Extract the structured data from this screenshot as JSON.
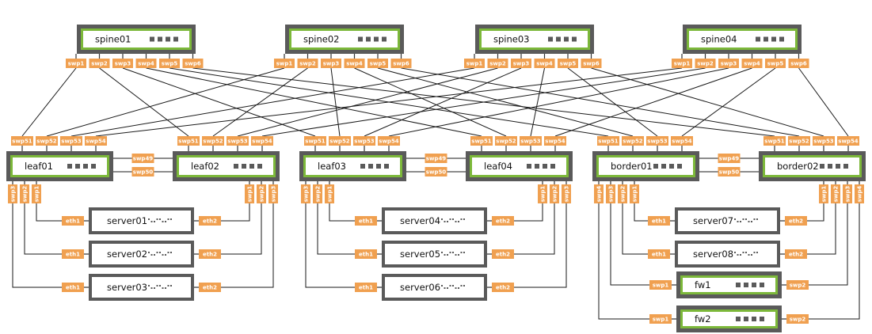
{
  "title": "Network topology: spine-leaf fabric",
  "colors": {
    "node_border": "#5a5a5a",
    "switch_accent": "#7cb83a",
    "port": "#f0a050",
    "link": "#1a1a1a"
  },
  "spines": [
    {
      "name": "spine01",
      "ports": [
        "swp1",
        "swp2",
        "swp3",
        "swp4",
        "swp5",
        "swp6"
      ]
    },
    {
      "name": "spine02",
      "ports": [
        "swp1",
        "swp2",
        "swp3",
        "swp4",
        "swp5",
        "swp6"
      ]
    },
    {
      "name": "spine03",
      "ports": [
        "swp1",
        "swp2",
        "swp3",
        "swp4",
        "swp5",
        "swp6"
      ]
    },
    {
      "name": "spine04",
      "ports": [
        "swp1",
        "swp2",
        "swp3",
        "swp4",
        "swp5",
        "swp6"
      ]
    }
  ],
  "leaves": [
    {
      "name": "leaf01",
      "uplinks": [
        "swp51",
        "swp52",
        "swp53",
        "swp54"
      ],
      "downlinks": [
        "swp3",
        "swp2",
        "swp1"
      ],
      "down_side": "left"
    },
    {
      "name": "leaf02",
      "uplinks": [
        "swp51",
        "swp52",
        "swp53",
        "swp54"
      ],
      "downlinks": [
        "swp1",
        "swp2",
        "swp3"
      ],
      "down_side": "right"
    },
    {
      "name": "leaf03",
      "uplinks": [
        "swp51",
        "swp52",
        "swp53",
        "swp54"
      ],
      "downlinks": [
        "swp3",
        "swp2",
        "swp1"
      ],
      "down_side": "left"
    },
    {
      "name": "leaf04",
      "uplinks": [
        "swp51",
        "swp52",
        "swp53",
        "swp54"
      ],
      "downlinks": [
        "swp1",
        "swp2",
        "swp3"
      ],
      "down_side": "right"
    },
    {
      "name": "border01",
      "uplinks": [
        "swp51",
        "swp52",
        "swp53",
        "swp54"
      ],
      "downlinks": [
        "swp4",
        "swp3",
        "swp2",
        "swp1"
      ],
      "down_side": "left"
    },
    {
      "name": "border02",
      "uplinks": [
        "swp51",
        "swp52",
        "swp53",
        "swp54"
      ],
      "downlinks": [
        "swp1",
        "swp2",
        "swp3",
        "swp4"
      ],
      "down_side": "right"
    }
  ],
  "peerlinks": [
    {
      "a": "leaf01",
      "b": "leaf02",
      "ports": [
        "swp49",
        "swp50"
      ]
    },
    {
      "a": "leaf03",
      "b": "leaf04",
      "ports": [
        "swp49",
        "swp50"
      ]
    },
    {
      "a": "border01",
      "b": "border02",
      "ports": [
        "swp49",
        "swp50"
      ]
    }
  ],
  "fabric_links": [
    {
      "spine": "spine01",
      "spine_port": "swp1",
      "leaf": "leaf01",
      "leaf_port": "swp51"
    },
    {
      "spine": "spine01",
      "spine_port": "swp2",
      "leaf": "leaf02",
      "leaf_port": "swp51"
    },
    {
      "spine": "spine01",
      "spine_port": "swp3",
      "leaf": "leaf03",
      "leaf_port": "swp51"
    },
    {
      "spine": "spine01",
      "spine_port": "swp4",
      "leaf": "leaf04",
      "leaf_port": "swp51"
    },
    {
      "spine": "spine01",
      "spine_port": "swp5",
      "leaf": "border01",
      "leaf_port": "swp51"
    },
    {
      "spine": "spine01",
      "spine_port": "swp6",
      "leaf": "border02",
      "leaf_port": "swp51"
    },
    {
      "spine": "spine02",
      "spine_port": "swp1",
      "leaf": "leaf01",
      "leaf_port": "swp52"
    },
    {
      "spine": "spine02",
      "spine_port": "swp2",
      "leaf": "leaf02",
      "leaf_port": "swp52"
    },
    {
      "spine": "spine02",
      "spine_port": "swp3",
      "leaf": "leaf03",
      "leaf_port": "swp52"
    },
    {
      "spine": "spine02",
      "spine_port": "swp4",
      "leaf": "leaf04",
      "leaf_port": "swp52"
    },
    {
      "spine": "spine02",
      "spine_port": "swp5",
      "leaf": "border01",
      "leaf_port": "swp52"
    },
    {
      "spine": "spine02",
      "spine_port": "swp6",
      "leaf": "border02",
      "leaf_port": "swp52"
    },
    {
      "spine": "spine03",
      "spine_port": "swp1",
      "leaf": "leaf01",
      "leaf_port": "swp53"
    },
    {
      "spine": "spine03",
      "spine_port": "swp2",
      "leaf": "leaf02",
      "leaf_port": "swp53"
    },
    {
      "spine": "spine03",
      "spine_port": "swp3",
      "leaf": "leaf03",
      "leaf_port": "swp53"
    },
    {
      "spine": "spine03",
      "spine_port": "swp4",
      "leaf": "leaf04",
      "leaf_port": "swp53"
    },
    {
      "spine": "spine03",
      "spine_port": "swp5",
      "leaf": "border01",
      "leaf_port": "swp53"
    },
    {
      "spine": "spine03",
      "spine_port": "swp6",
      "leaf": "border02",
      "leaf_port": "swp53"
    },
    {
      "spine": "spine04",
      "spine_port": "swp1",
      "leaf": "leaf01",
      "leaf_port": "swp54"
    },
    {
      "spine": "spine04",
      "spine_port": "swp2",
      "leaf": "leaf02",
      "leaf_port": "swp54"
    },
    {
      "spine": "spine04",
      "spine_port": "swp3",
      "leaf": "leaf03",
      "leaf_port": "swp54"
    },
    {
      "spine": "spine04",
      "spine_port": "swp4",
      "leaf": "leaf04",
      "leaf_port": "swp54"
    },
    {
      "spine": "spine04",
      "spine_port": "swp5",
      "leaf": "border01",
      "leaf_port": "swp54"
    },
    {
      "spine": "spine04",
      "spine_port": "swp6",
      "leaf": "border02",
      "leaf_port": "swp54"
    }
  ],
  "hosts": [
    {
      "name": "server01",
      "kind": "server",
      "left": "leaf01",
      "right": "leaf02",
      "left_leaf_port": "swp1",
      "right_leaf_port": "swp1",
      "left_port": "eth1",
      "right_port": "eth2"
    },
    {
      "name": "server02",
      "kind": "server",
      "left": "leaf01",
      "right": "leaf02",
      "left_leaf_port": "swp2",
      "right_leaf_port": "swp2",
      "left_port": "eth1",
      "right_port": "eth2"
    },
    {
      "name": "server03",
      "kind": "server",
      "left": "leaf01",
      "right": "leaf02",
      "left_leaf_port": "swp3",
      "right_leaf_port": "swp3",
      "left_port": "eth1",
      "right_port": "eth2"
    },
    {
      "name": "server04",
      "kind": "server",
      "left": "leaf03",
      "right": "leaf04",
      "left_leaf_port": "swp1",
      "right_leaf_port": "swp1",
      "left_port": "eth1",
      "right_port": "eth2"
    },
    {
      "name": "server05",
      "kind": "server",
      "left": "leaf03",
      "right": "leaf04",
      "left_leaf_port": "swp2",
      "right_leaf_port": "swp2",
      "left_port": "eth1",
      "right_port": "eth2"
    },
    {
      "name": "server06",
      "kind": "server",
      "left": "leaf03",
      "right": "leaf04",
      "left_leaf_port": "swp3",
      "right_leaf_port": "swp3",
      "left_port": "eth1",
      "right_port": "eth2"
    },
    {
      "name": "server07",
      "kind": "server",
      "left": "border01",
      "right": "border02",
      "left_leaf_port": "swp1",
      "right_leaf_port": "swp1",
      "left_port": "eth1",
      "right_port": "eth2"
    },
    {
      "name": "server08",
      "kind": "server",
      "left": "border01",
      "right": "border02",
      "left_leaf_port": "swp2",
      "right_leaf_port": "swp2",
      "left_port": "eth1",
      "right_port": "eth2"
    },
    {
      "name": "fw1",
      "kind": "switch",
      "left": "border01",
      "right": "border02",
      "left_leaf_port": "swp3",
      "right_leaf_port": "swp3",
      "left_port": "swp1",
      "right_port": "swp2"
    },
    {
      "name": "fw2",
      "kind": "switch",
      "left": "border01",
      "right": "border02",
      "left_leaf_port": "swp4",
      "right_leaf_port": "swp4",
      "left_port": "swp1",
      "right_port": "swp2"
    }
  ]
}
